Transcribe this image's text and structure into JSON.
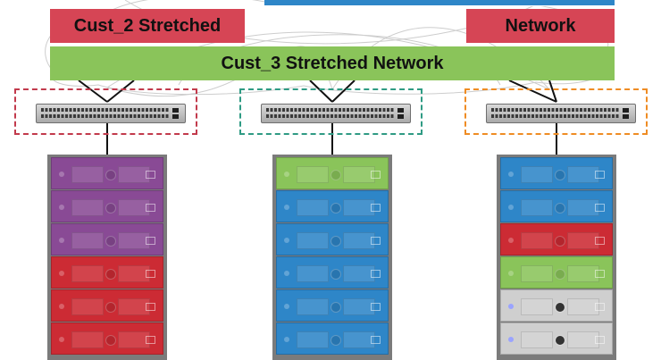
{
  "colors": {
    "blue": "#2e86c8",
    "red": "#d64555",
    "green": "#8ac45a",
    "purple": "#894a95",
    "server_red": "#cc2b34",
    "server_grey": "#cfcfcf",
    "frame_red": "#c23a4c",
    "frame_teal": "#2f9b84",
    "frame_orange": "#ef8c24",
    "cloud_line": "#cdcdcd",
    "link_line": "#111111"
  },
  "labels": {
    "cust2_left": "Cust_2 Stretched",
    "cust2_right": "Network",
    "cust3": "Cust_3 Stretched Network"
  },
  "sites": [
    {
      "name": "site-left",
      "frame_color": "frame_red",
      "servers": [
        "purple",
        "purple",
        "purple",
        "server_red",
        "server_red",
        "server_red"
      ]
    },
    {
      "name": "site-center",
      "frame_color": "frame_teal",
      "servers": [
        "green",
        "blue",
        "blue",
        "blue",
        "blue",
        "blue"
      ]
    },
    {
      "name": "site-right",
      "frame_color": "frame_orange",
      "servers": [
        "blue",
        "blue",
        "server_red",
        "green",
        "server_grey",
        "server_grey"
      ]
    }
  ],
  "icons": [
    "network-switch-icon",
    "server-icon",
    "network-cloud-icon"
  ]
}
